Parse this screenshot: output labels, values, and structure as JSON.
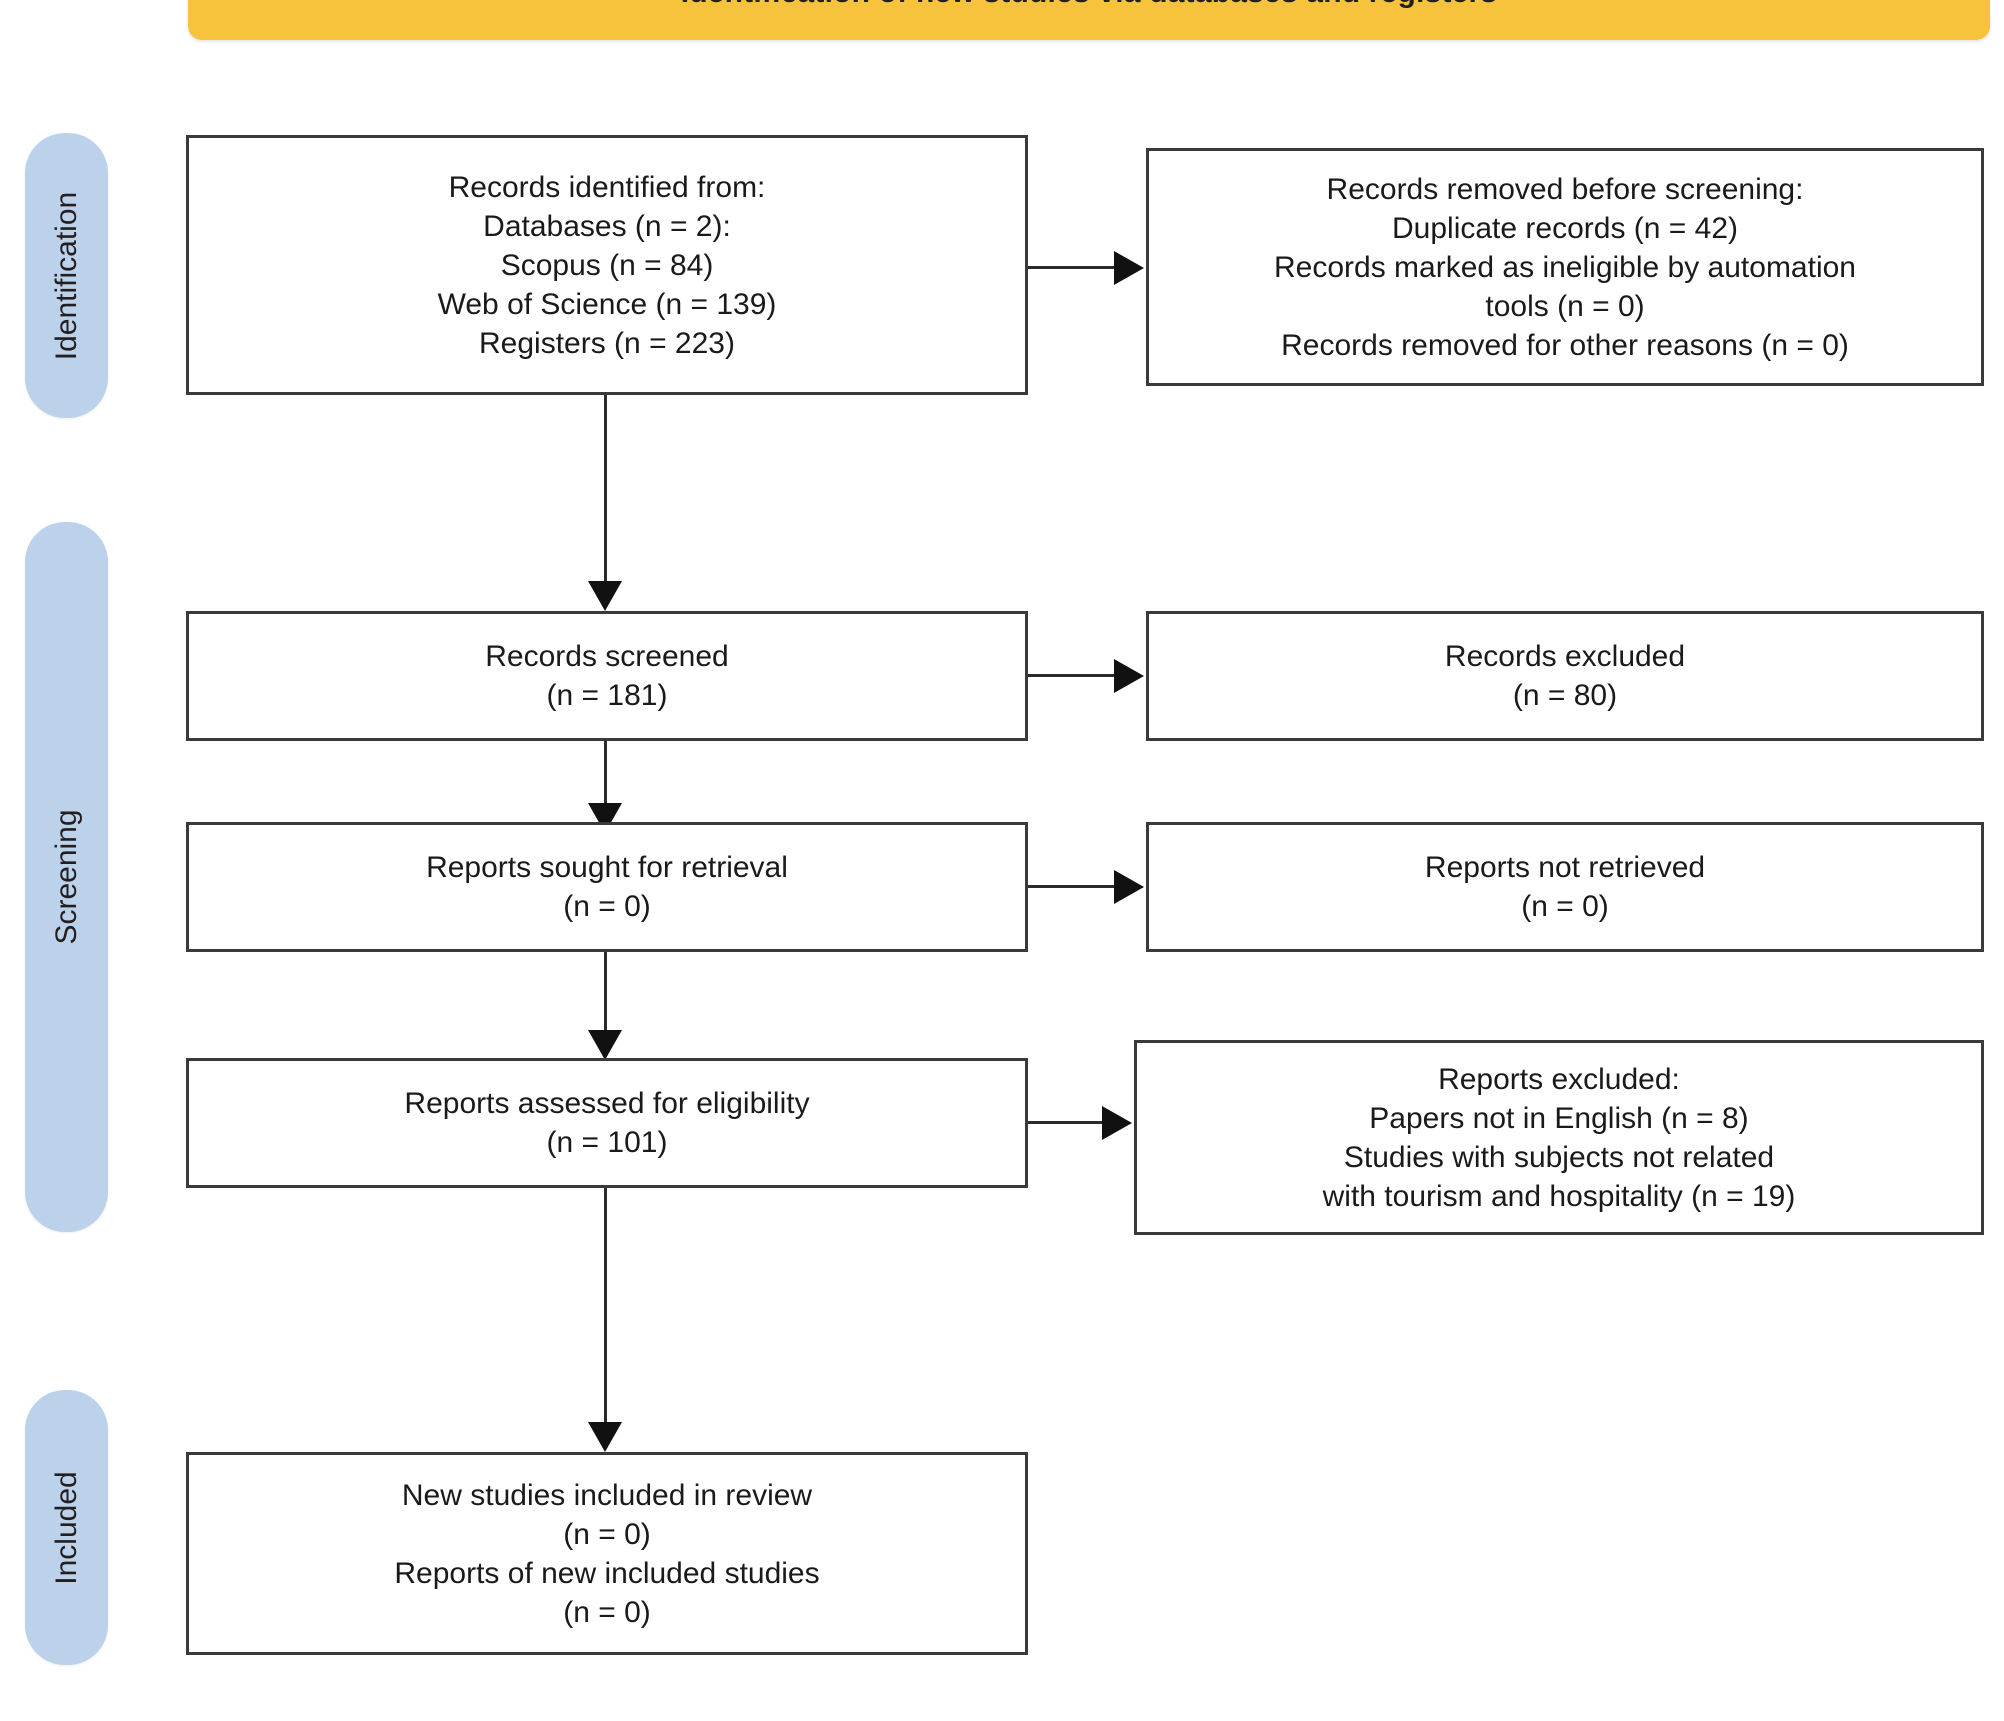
{
  "diagram": {
    "type": "PRISMA 2020 flow diagram",
    "header": {
      "label": "Identification of new studies via databases and registers",
      "color": "#f7c33c"
    },
    "stage_bar_color": "#bcd2ea",
    "stages": [
      {
        "id": "identification",
        "label": "Identification"
      },
      {
        "id": "screening",
        "label": "Screening"
      },
      {
        "id": "included",
        "label": "Included"
      }
    ],
    "boxes": {
      "records_identified": {
        "text": "Records identified from:\nDatabases (n = 2):\nScopus (n = 84)\nWeb of Science (n = 139)\nRegisters (n = 223)"
      },
      "records_removed": {
        "text": "Records removed before screening:\nDuplicate records (n = 42)\nRecords marked as ineligible by automation\ntools (n = 0)\nRecords removed for other reasons (n = 0)"
      },
      "records_screened": {
        "text": "Records screened\n(n = 181)"
      },
      "records_excluded": {
        "text": "Records excluded\n(n = 80)"
      },
      "reports_sought": {
        "text": "Reports sought for retrieval\n(n = 0)"
      },
      "reports_not_retrieved": {
        "text": "Reports not retrieved\n(n = 0)"
      },
      "reports_assessed": {
        "text": "Reports assessed for eligibility\n(n = 101)"
      },
      "reports_excluded": {
        "text": "Reports excluded:\nPapers not in English (n = 8)\nStudies with subjects not related\nwith tourism and hospitality (n = 19)"
      },
      "new_studies_included": {
        "text": "New studies included in review\n(n = 0)\nReports of new included studies\n(n = 0)"
      }
    },
    "counts": {
      "databases": 2,
      "scopus": 84,
      "web_of_science": 139,
      "registers": 223,
      "duplicate_records": 42,
      "ineligible_automation_tools": 0,
      "removed_other_reasons": 0,
      "records_screened": 181,
      "records_excluded": 80,
      "reports_sought": 0,
      "reports_not_retrieved": 0,
      "reports_assessed": 101,
      "papers_not_in_english": 8,
      "subjects_not_related_tourism": 19,
      "new_studies_included": 0,
      "reports_of_new_included_studies": 0
    }
  }
}
